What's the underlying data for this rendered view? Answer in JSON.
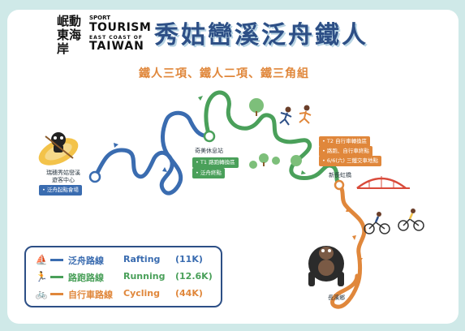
{
  "logo": {
    "chinese": "岷動\n東海岸",
    "sport": "SPORT",
    "tourism": "TOURISM",
    "east_coast": "EAST COAST OF",
    "taiwan": "TAIWAN"
  },
  "title": "秀姑巒溪泛舟鐵人",
  "subtitle": "鐵人三項、鐵人二項、鐵三角組",
  "places": {
    "start_center": "瑞穗秀姑巒溪\n遊客中心",
    "start_tag": "• 泛舟起點會場",
    "qimei": "奇美休息站",
    "qimei_tag1": "• T1 路跑轉換區",
    "qimei_tag2": "• 泛舟終點",
    "t2_tag1": "• T2 自行車轉換區",
    "t2_tag2": "• 路跑、自行車終點",
    "t2_tag3": "• 6/6(六) 三鐵交車地點",
    "bridge": "新長虹橋",
    "changbin": "長濱鄉"
  },
  "legend": {
    "items": [
      {
        "zh": "泛舟路線",
        "en": "Rafting",
        "km": "(11K)",
        "color": "#3a6cb0",
        "icon": "boat-icon"
      },
      {
        "zh": "路跑路線",
        "en": "Running",
        "km": "(12.6K)",
        "color": "#4aa05a",
        "icon": "runner-icon"
      },
      {
        "zh": "自行車路線",
        "en": "Cycling",
        "km": "(44K)",
        "color": "#e0873b",
        "icon": "bicycle-icon"
      }
    ]
  },
  "colors": {
    "rafting": "#3a6cb0",
    "running": "#4aa05a",
    "cycling": "#e0873b",
    "title": "#2d4f86",
    "background": "#cfe9e8"
  }
}
